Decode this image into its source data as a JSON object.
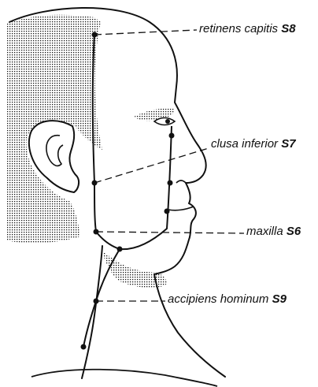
{
  "labels": [
    {
      "name": "retinens capitis",
      "code": "S8"
    },
    {
      "name": "clusa inferior",
      "code": "S7"
    },
    {
      "name": "maxilla",
      "code": "S6"
    },
    {
      "name": "accipiens hominum",
      "code": "S9"
    }
  ],
  "colors": {
    "line": "#111111",
    "stipple": "#111111",
    "background": "#ffffff"
  }
}
